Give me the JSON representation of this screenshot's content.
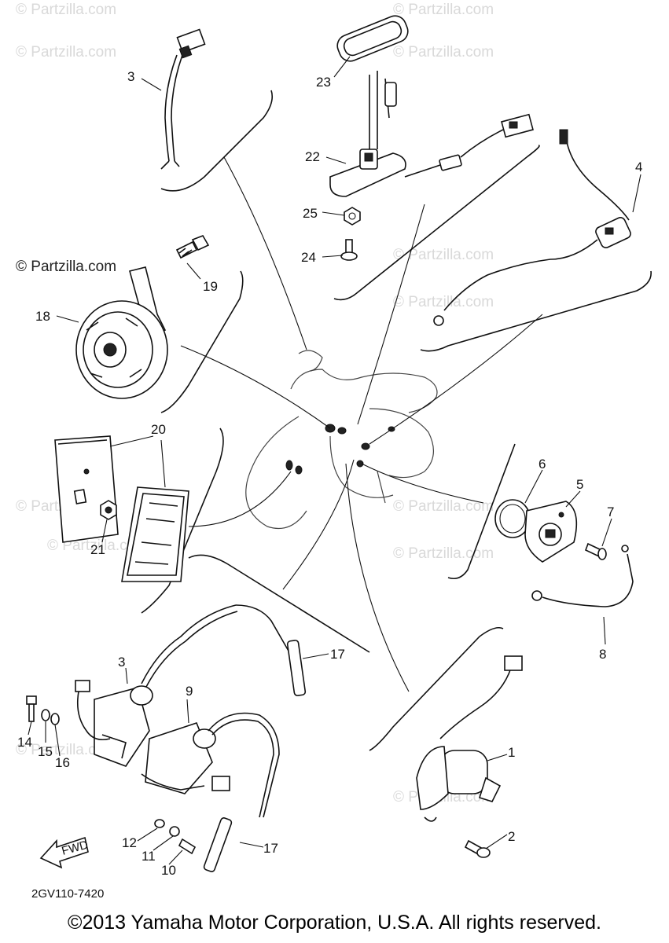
{
  "watermarks": [
    "© Partzilla.com",
    "© Partzilla.com",
    "© Partzilla.com",
    "© Partzilla.com",
    "© Partzilla.com",
    "© Partzilla.com",
    "© Partzilla.com",
    "© Partzilla.com",
    "© Partzilla.com",
    "© Partzilla.com",
    "© Partzilla.com",
    "© Partzilla.com"
  ],
  "watermark_logo": "© Partzilla.com",
  "callouts": {
    "p1": "1",
    "p2": "2",
    "p3": "3",
    "p3b": "3",
    "p4": "4",
    "p5": "5",
    "p6": "6",
    "p7": "7",
    "p8": "8",
    "p9": "9",
    "p10": "10",
    "p11": "11",
    "p12": "12",
    "p14": "14",
    "p15": "15",
    "p16": "16",
    "p17a": "17",
    "p17b": "17",
    "p18": "18",
    "p19": "19",
    "p20": "20",
    "p21": "21",
    "p22": "22",
    "p23": "23",
    "p24": "24",
    "p25": "25"
  },
  "fwd_label": "FWD",
  "diagram_code": "2GV110-7420",
  "copyright": "©2013  Yamaha Motor Corporation, U.S.A. All rights reserved."
}
